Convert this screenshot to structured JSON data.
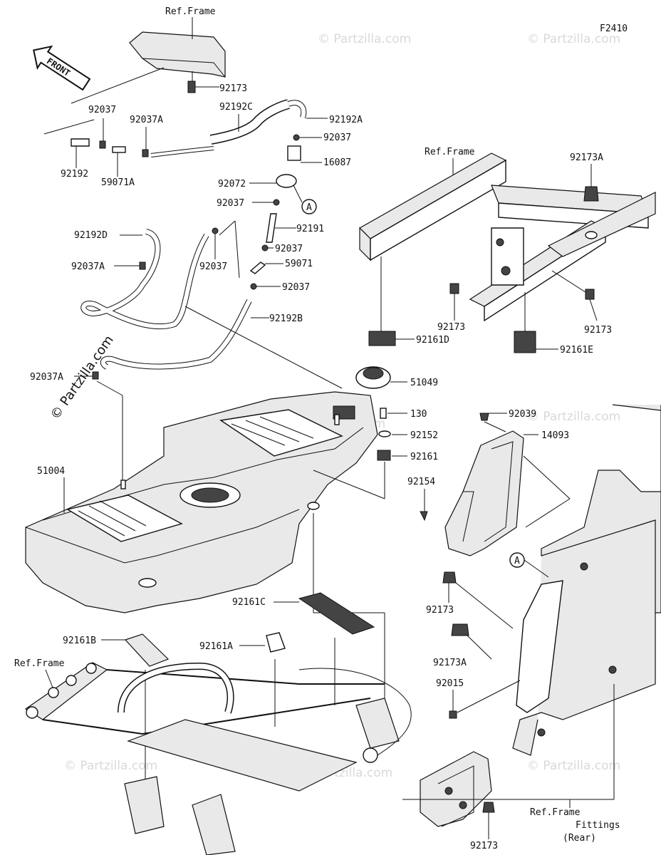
{
  "figure_code": "F2410",
  "front_arrow": "FRONT",
  "watermark": "© Partzilla.com",
  "marker_a": "A",
  "refs": {
    "frame_top": "Ref.Frame",
    "frame_mid": "Ref.Frame",
    "frame_left": "Ref.Frame",
    "frame_rear_1": "Ref.Frame",
    "frame_rear_2": "Fittings",
    "frame_rear_3": "(Rear)"
  },
  "parts": {
    "p92173_top": "92173",
    "p92037_a": "92037",
    "p92037A_a": "92037A",
    "p92192C": "92192C",
    "p92192A": "92192A",
    "p92037_b": "92037",
    "p16087": "16087",
    "p92192": "92192",
    "p59071A": "59071A",
    "p92072": "92072",
    "p92037_c": "92037",
    "p92191": "92191",
    "p92192D": "92192D",
    "p92037_d": "92037",
    "p92037A_b": "92037A",
    "p92037_e": "92037",
    "p59071": "59071",
    "p92037_f": "92037",
    "p92192B": "92192B",
    "p92037A_c": "92037A",
    "p51049": "51049",
    "p130": "130",
    "p92152": "92152",
    "p92161": "92161",
    "p51004": "51004",
    "p92173A_r": "92173A",
    "p92173_r1": "92173",
    "p92173_r2": "92173",
    "p92161D": "92161D",
    "p92161E": "92161E",
    "p92039": "92039",
    "p14093": "14093",
    "p92154": "92154",
    "p92173_r3": "92173",
    "p92173A_r2": "92173A",
    "p92015": "92015",
    "p92161C": "92161C",
    "p92161B": "92161B",
    "p92161A": "92161A",
    "p92173_bot": "92173"
  }
}
